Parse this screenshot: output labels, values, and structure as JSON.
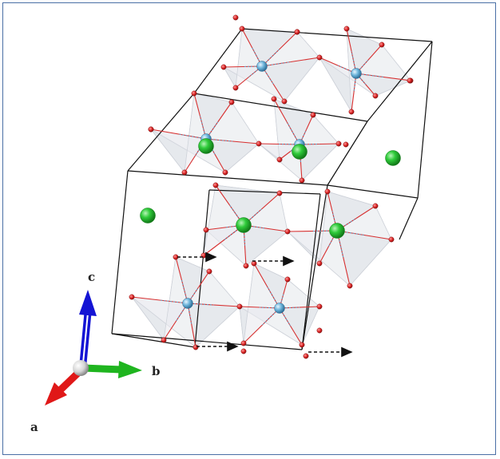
{
  "axes": {
    "a": "a",
    "b": "b",
    "c": "c",
    "colors": {
      "a": "#e01818",
      "b": "#1fb51f",
      "c": "#1414d4"
    }
  },
  "atom_colors": {
    "green_cation": "#2fcb3a",
    "blue_cation": "#6fb6dc",
    "oxygen": "#d82020",
    "bond": "#d83030",
    "polyhedron": "#dfe3e8"
  }
}
